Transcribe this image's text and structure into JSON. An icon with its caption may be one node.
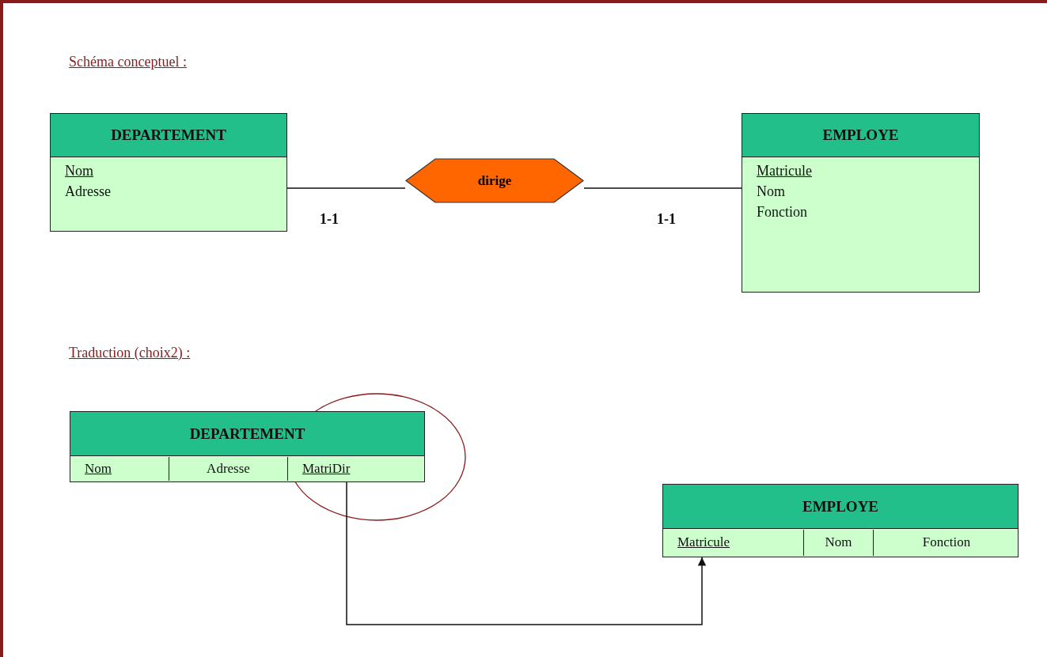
{
  "diagram": {
    "nodes": [
      {
        "text": [
          "DEPARTEMENT",
          "Nom",
          "Adresse"
        ]
      },
      {
        "text": [
          "dirige"
        ]
      },
      {
        "text": [
          "EMPLOYE",
          "Matricule",
          "Nom",
          "Fonction"
        ]
      },
      {
        "text": [
          "DEPARTEMENT",
          "Nom",
          "Adresse",
          "MatriDir"
        ]
      },
      {
        "text": [
          "EMPLOYE",
          "Matricule",
          "Nom",
          "Fonction"
        ]
      }
    ],
    "edges": [
      {
        "from": 0,
        "to": 1,
        "arrow": "none",
        "label": "1-1"
      },
      {
        "from": 1,
        "to": 2,
        "arrow": "none",
        "label": "1-1"
      },
      {
        "from": 3,
        "to": 4,
        "arrow": "to"
      }
    ],
    "labels": [
      "Schéma conceptuel :",
      "Traduction (choix2) :"
    ]
  }
}
